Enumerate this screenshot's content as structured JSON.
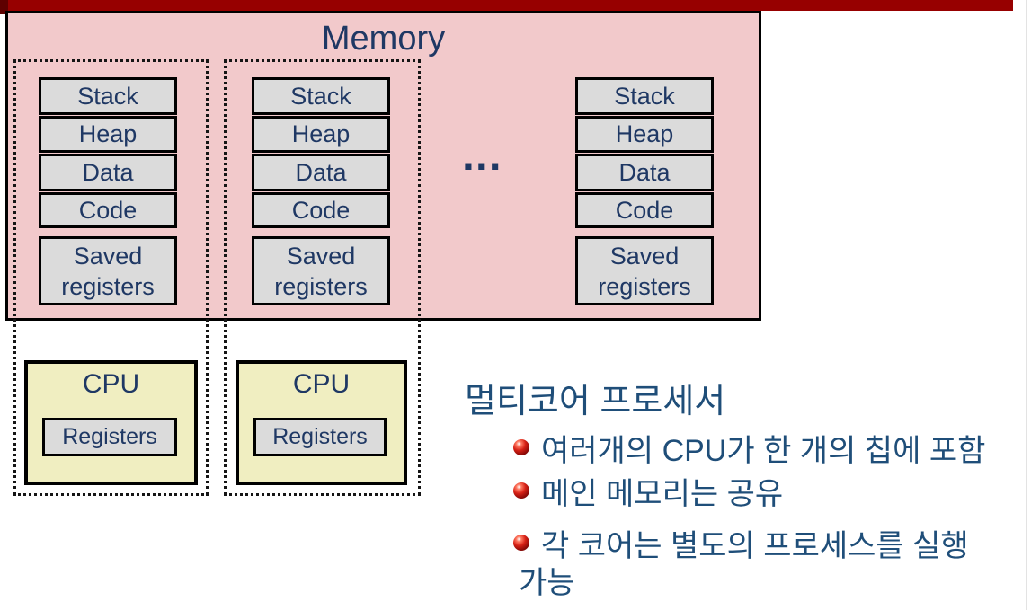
{
  "memory": {
    "title": "Memory",
    "ellipsis": "...",
    "processes": [
      {
        "segments": [
          "Stack",
          "Heap",
          "Data",
          "Code"
        ],
        "saved_registers": "Saved registers"
      },
      {
        "segments": [
          "Stack",
          "Heap",
          "Data",
          "Code"
        ],
        "saved_registers": "Saved registers"
      },
      {
        "segments": [
          "Stack",
          "Heap",
          "Data",
          "Code"
        ],
        "saved_registers": "Saved registers"
      }
    ]
  },
  "cpus": [
    {
      "label": "CPU",
      "registers_label": "Registers"
    },
    {
      "label": "CPU",
      "registers_label": "Registers"
    }
  ],
  "notes": {
    "heading": "멀티코어 프로세서",
    "bullets": [
      "여러개의 CPU가 한 개의 칩에 포함",
      "메인 메모리는 공유",
      "각 코어는 별도의 프로세스를 실행"
    ],
    "bullet3_wrap": "가능"
  },
  "colors": {
    "accent_bar": "#970000",
    "memory_bg": "#f2c9cb",
    "segment_bg": "#dbdbdb",
    "cpu_bg": "#f0eec1",
    "diagram_text": "#1f3864",
    "note_text": "#1f4e79",
    "bullet_ball": "#d62015"
  }
}
